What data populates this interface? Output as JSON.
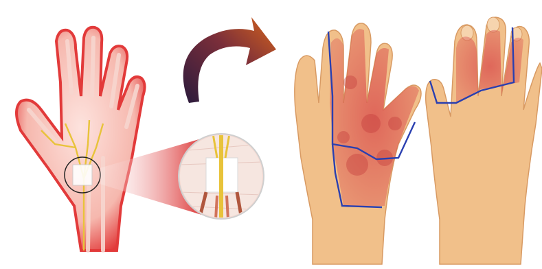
{
  "illustration": {
    "left_panel": {
      "subject": "hand-xray",
      "zoom_subject": "carpal-tunnel-closeup"
    },
    "arrow": {
      "colors": [
        "#2b1b3d",
        "#7a2e3a",
        "#d6641c"
      ]
    },
    "right_panel": {
      "palm_subject": "palm-view",
      "back_subject": "back-of-hand-view",
      "highlight_color": "#d94a4a",
      "outline_color": "#2a3fb0"
    },
    "colors": {
      "skin": "#f1c08a",
      "skin_shade": "#d89a63",
      "xray_red": "#e23a3a",
      "nerve_yellow": "#e8c33a",
      "bone_white": "#fbe9e3"
    }
  }
}
